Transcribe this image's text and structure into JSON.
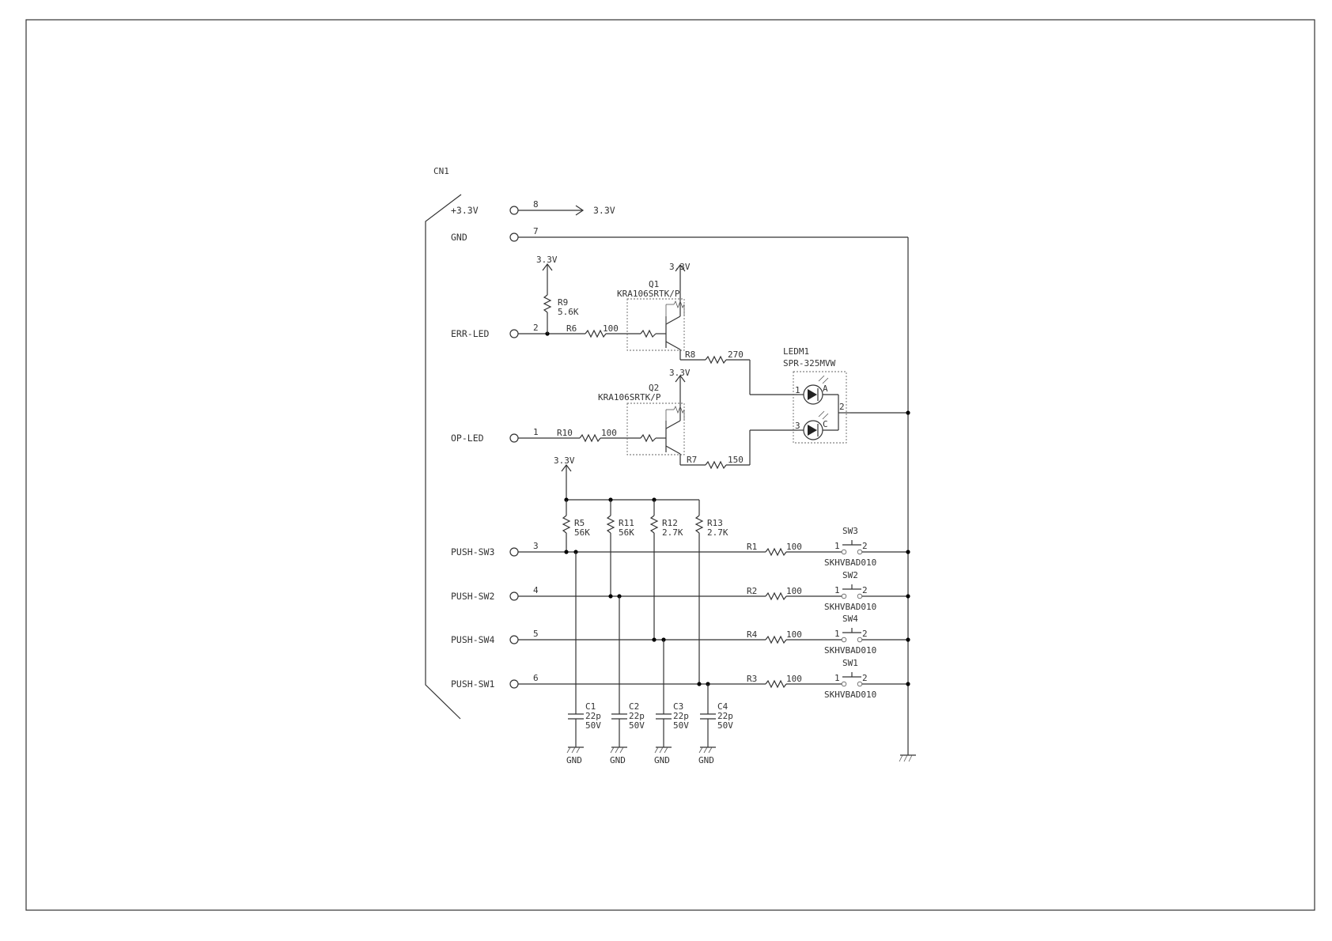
{
  "connector": {
    "name": "CN1",
    "pins": [
      {
        "label": "+3.3V",
        "num": "8",
        "net": "3.3V"
      },
      {
        "label": "GND",
        "num": "7"
      },
      {
        "label": "ERR-LED",
        "num": "2"
      },
      {
        "label": "OP-LED",
        "num": "1"
      },
      {
        "label": "PUSH-SW3",
        "num": "3"
      },
      {
        "label": "PUSH-SW2",
        "num": "4"
      },
      {
        "label": "PUSH-SW4",
        "num": "5"
      },
      {
        "label": "PUSH-SW1",
        "num": "6"
      }
    ]
  },
  "supply": {
    "v33": "3.3V"
  },
  "q1": {
    "ref": "Q1",
    "part": "KRA106SRTK/P"
  },
  "q2": {
    "ref": "Q2",
    "part": "KRA106SRTK/P"
  },
  "r9": {
    "ref": "R9",
    "value": "5.6K"
  },
  "r6": {
    "ref": "R6",
    "value": "100"
  },
  "r10": {
    "ref": "R10",
    "value": "100"
  },
  "r8": {
    "ref": "R8",
    "value": "270"
  },
  "r7": {
    "ref": "R7",
    "value": "150"
  },
  "led": {
    "ref": "LEDM1",
    "part": "SPR-325MVW",
    "pin1": "1",
    "pin2": "2",
    "pin3": "3",
    "a": "A",
    "c": "C"
  },
  "pullups": [
    {
      "ref": "R5",
      "value": "56K"
    },
    {
      "ref": "R11",
      "value": "56K"
    },
    {
      "ref": "R12",
      "value": "2.7K"
    },
    {
      "ref": "R13",
      "value": "2.7K"
    }
  ],
  "series": [
    {
      "ref": "R1",
      "value": "100"
    },
    {
      "ref": "R2",
      "value": "100"
    },
    {
      "ref": "R4",
      "value": "100"
    },
    {
      "ref": "R3",
      "value": "100"
    }
  ],
  "switches": [
    {
      "ref": "SW3",
      "part": "SKHVBAD010",
      "p1": "1",
      "p2": "2"
    },
    {
      "ref": "SW2",
      "part": "SKHVBAD010",
      "p1": "1",
      "p2": "2"
    },
    {
      "ref": "SW4",
      "part": "SKHVBAD010",
      "p1": "1",
      "p2": "2"
    },
    {
      "ref": "SW1",
      "part": "SKHVBAD010",
      "p1": "1",
      "p2": "2"
    }
  ],
  "caps": [
    {
      "ref": "C1",
      "value": "22p",
      "volt": "50V",
      "gnd": "GND"
    },
    {
      "ref": "C2",
      "value": "22p",
      "volt": "50V",
      "gnd": "GND"
    },
    {
      "ref": "C3",
      "value": "22p",
      "volt": "50V",
      "gnd": "GND"
    },
    {
      "ref": "C4",
      "value": "22p",
      "volt": "50V",
      "gnd": "GND"
    }
  ]
}
